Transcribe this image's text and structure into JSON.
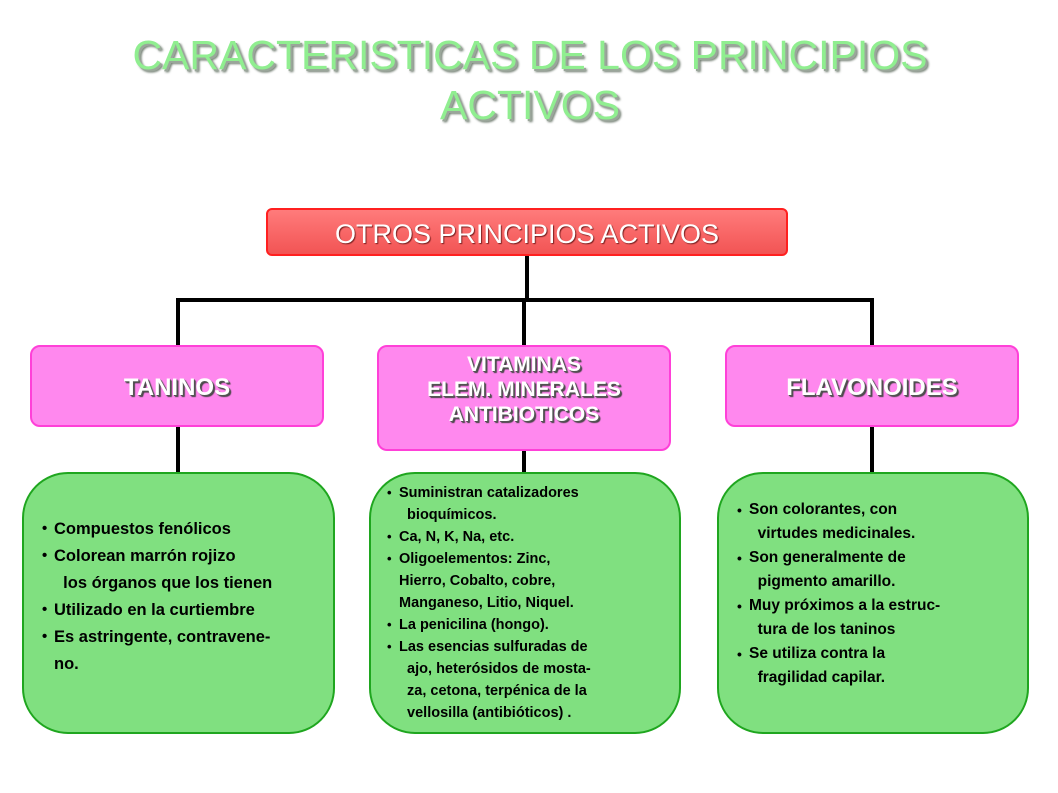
{
  "title": {
    "line1": "CARACTERISTICAS DE LOS PRINCIPIOS",
    "line2": "ACTIVOS"
  },
  "root": {
    "label": "OTROS PRINCIPIOS ACTIVOS"
  },
  "categories": [
    {
      "label": "TANINOS"
    },
    {
      "lines": [
        "VITAMINAS",
        "ELEM. MINERALES",
        "ANTIBIOTICOS"
      ]
    },
    {
      "label": "FLAVONOIDES"
    }
  ],
  "details": [
    {
      "items": [
        {
          "bullet": "•",
          "text": "Compuestos fenólicos"
        },
        {
          "bullet": "•",
          "text": "Colorean marrón rojizo"
        },
        {
          "bullet": "",
          "text": "  los órganos que los tienen"
        },
        {
          "bullet": "•",
          "text": "Utilizado en la curtiembre"
        },
        {
          "bullet": "•",
          "text": "Es astringente, contravene-"
        },
        {
          "bullet": "",
          "text": "no."
        }
      ]
    },
    {
      "items": [
        {
          "bullet": "•",
          "text": "Suministran catalizadores"
        },
        {
          "bullet": "",
          "text": "  bioquímicos."
        },
        {
          "bullet": "•",
          "text": "Ca, N, K, Na, etc."
        },
        {
          "bullet": "•",
          "text": "Oligoelementos: Zinc,"
        },
        {
          "bullet": "",
          "text": "Hierro, Cobalto, cobre,"
        },
        {
          "bullet": "",
          "text": "Manganeso, Litio, Niquel."
        },
        {
          "bullet": "•",
          "text": "La penicilina (hongo)."
        },
        {
          "bullet": "•",
          "text": "Las esencias sulfuradas de"
        },
        {
          "bullet": "",
          "text": "  ajo, heterósidos de mosta-"
        },
        {
          "bullet": "",
          "text": "  za, cetona, terpénica de la"
        },
        {
          "bullet": "",
          "text": "  vellosilla (antibióticos) ."
        }
      ]
    },
    {
      "items": [
        {
          "bullet": "•",
          "text": "Son colorantes, con"
        },
        {
          "bullet": "",
          "text": "  virtudes medicinales."
        },
        {
          "bullet": "•",
          "text": "Son generalmente de"
        },
        {
          "bullet": "",
          "text": "  pigmento amarillo."
        },
        {
          "bullet": "•",
          "text": "Muy próximos a la estruc-"
        },
        {
          "bullet": "",
          "text": "  tura de los taninos"
        },
        {
          "bullet": "•",
          "text": "Se utiliza contra la"
        },
        {
          "bullet": "",
          "text": "  fragilidad capilar."
        }
      ]
    }
  ],
  "colors": {
    "title": "#90ee90",
    "root_fill": "#f25454",
    "category_fill": "#ff88ee",
    "detail_fill": "#80e080",
    "connector": "#000000"
  }
}
